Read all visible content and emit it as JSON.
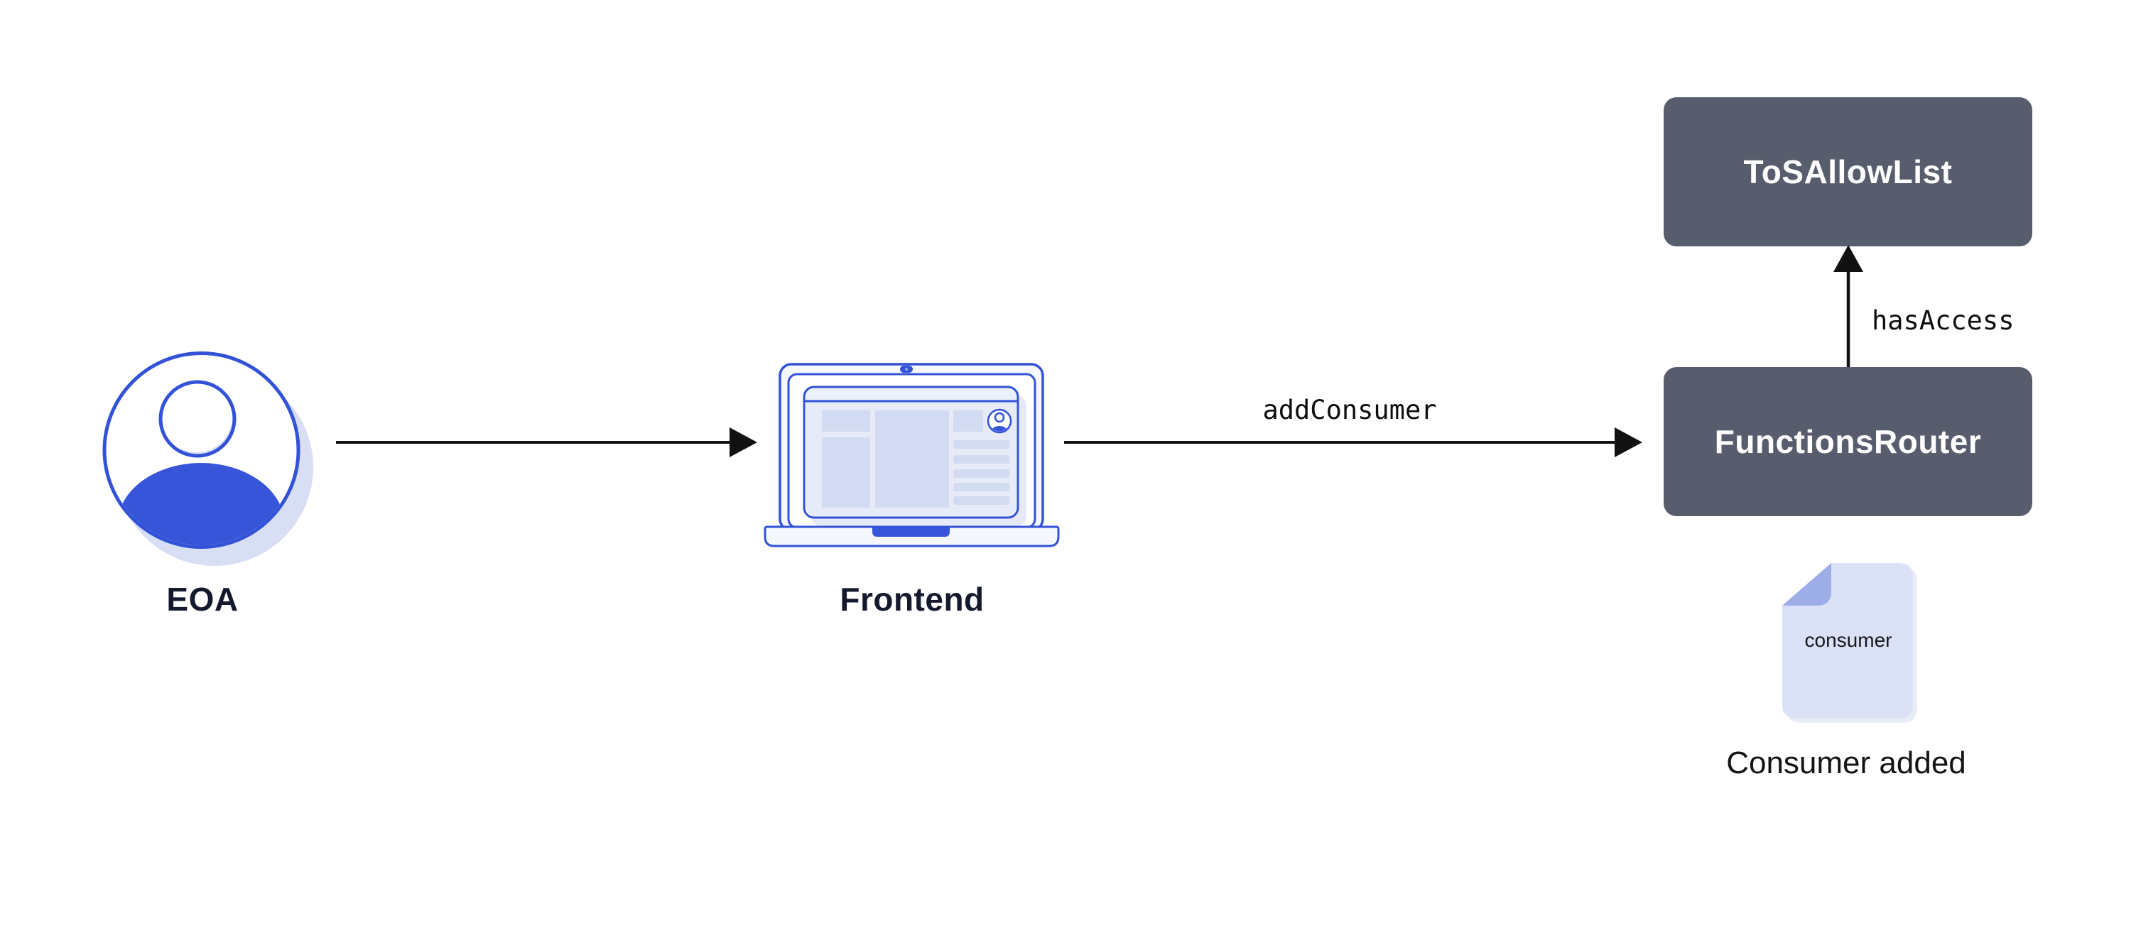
{
  "diagram": {
    "nodes": {
      "eoa": {
        "label": "EOA",
        "icon": "person-avatar-icon"
      },
      "frontend": {
        "label": "Frontend",
        "icon": "laptop-browser-icon"
      },
      "functions_router": {
        "label": "FunctionsRouter",
        "shape": "dark-rounded-box"
      },
      "tos_allow_list": {
        "label": "ToSAllowList",
        "shape": "dark-rounded-box"
      },
      "consumer_doc": {
        "file_label": "consumer",
        "caption": "Consumer added",
        "icon": "document-folded-corner-icon"
      }
    },
    "edges": {
      "eoa_to_frontend": {
        "label": "",
        "from": "eoa",
        "to": "frontend",
        "direction": "right"
      },
      "frontend_to_router": {
        "label": "addConsumer",
        "from": "frontend",
        "to": "functions_router",
        "direction": "right"
      },
      "router_to_allowlist": {
        "label": "hasAccess",
        "from": "functions_router",
        "to": "tos_allow_list",
        "direction": "up"
      }
    },
    "colors": {
      "background": "#FFFFFF",
      "box_bg": "#575D6C",
      "box_text": "#FFFFFF",
      "accent_blue": "#3252D8",
      "solid_blue": "#3655D8",
      "light_blue_shadow": "#D8DFF5",
      "pale_panel": "#ECF0FA",
      "block_blue": "#D3DBF2",
      "doc_fill": "#DBE1F7",
      "doc_fold": "#9DADE8",
      "label_dark": "#15192D",
      "arrow_black": "#111111"
    }
  }
}
